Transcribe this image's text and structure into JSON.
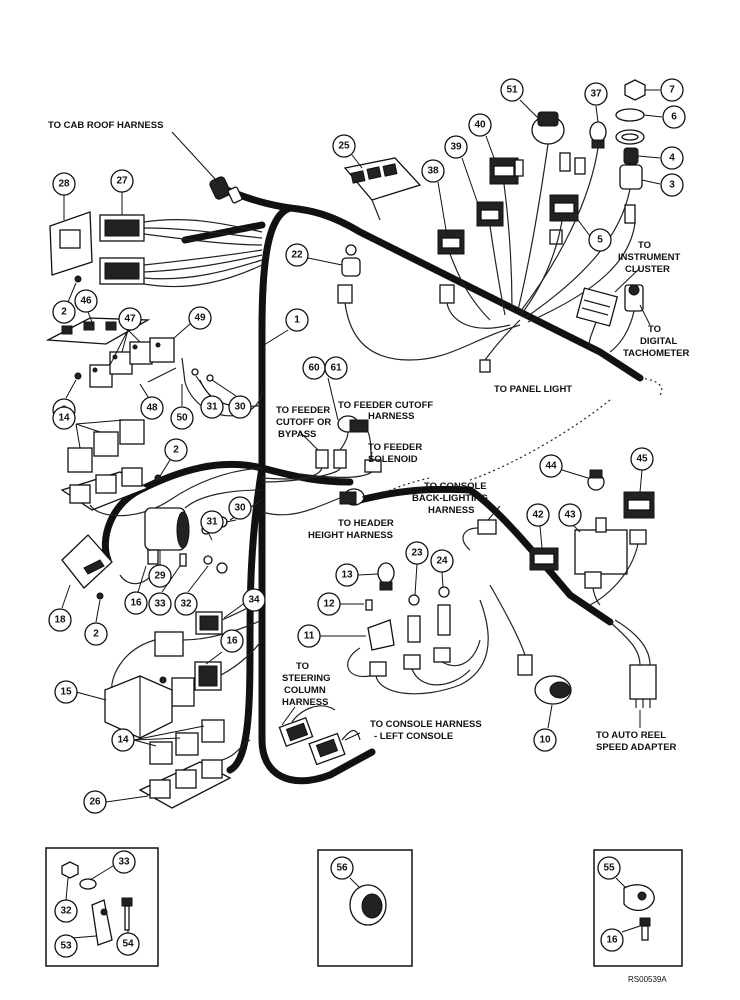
{
  "labels": {
    "cab_roof": "TO CAB ROOF HARNESS",
    "instrument_cluster": [
      "TO",
      "INSTRUMENT",
      "CLUSTER"
    ],
    "digital_tach": [
      "TO",
      "DIGITAL",
      "TACHOMETER"
    ],
    "panel_light": "TO PANEL LIGHT",
    "feeder_cutoff_harness": [
      "TO FEEDER CUTOFF",
      "HARNESS"
    ],
    "feeder_cutoff_bypass": [
      "TO FEEDER",
      "CUTOFF OR",
      "BYPASS"
    ],
    "feeder_solenoid": [
      "TO FEEDER",
      "SOLENOID"
    ],
    "console_backlighting": [
      "TO CONSOLE",
      "BACK-LIGHTING",
      "HARNESS"
    ],
    "header_height": [
      "TO HEADER",
      "HEIGHT HARNESS"
    ],
    "steering_column": [
      "TO",
      "STEERING",
      "COLUMN",
      "HARNESS"
    ],
    "console_left": [
      "TO CONSOLE HARNESS",
      "- LEFT CONSOLE"
    ],
    "auto_reel": [
      "TO AUTO REEL",
      "SPEED ADAPTER"
    ]
  },
  "callouts": {
    "c7": "7",
    "c6": "6",
    "c4": "4",
    "c3": "3",
    "c37": "37",
    "c51": "51",
    "c40": "40",
    "c39": "39",
    "c38": "38",
    "c25": "25",
    "c5": "5",
    "c28": "28",
    "c27": "27",
    "c22": "22",
    "c1": "1",
    "c2a": "2",
    "c46": "46",
    "c47": "47",
    "c49": "49",
    "c2b": "2",
    "c48": "48",
    "c50": "50",
    "c31a": "31",
    "c30a": "30",
    "c14a": "14",
    "c2c": "2",
    "c60": "60",
    "c61": "61",
    "c44": "44",
    "c45": "45",
    "c42": "42",
    "c43": "43",
    "c31b": "31",
    "c30b": "30",
    "c29": "29",
    "c18": "18",
    "c2d": "2",
    "c16a": "16",
    "c33a": "33",
    "c32a": "32",
    "c34": "34",
    "c13": "13",
    "c23": "23",
    "c24": "24",
    "c12": "12",
    "c11": "11",
    "c16b": "16",
    "c15": "15",
    "c10": "10",
    "c14b": "14",
    "c26": "26",
    "c33b": "33",
    "c32b": "32",
    "c53": "53",
    "c54": "54",
    "c56": "56",
    "c55": "55",
    "c16c": "16"
  },
  "ref_code": "RS00539A"
}
